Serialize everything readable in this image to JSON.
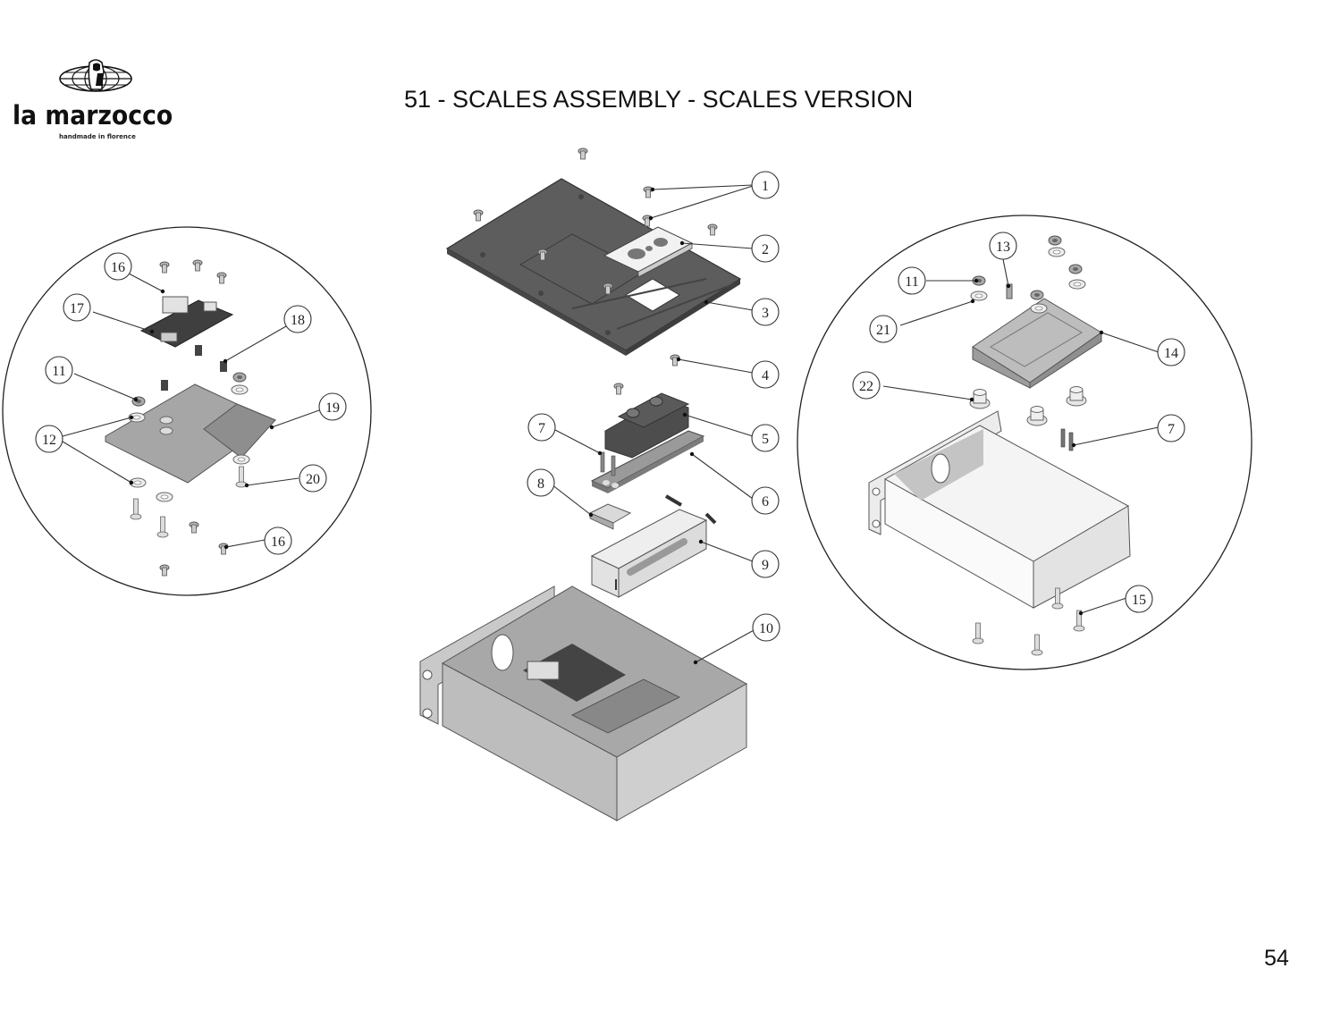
{
  "brand": {
    "name": "la marzocco",
    "tagline": "handmade in florence",
    "logo_icon": "globe-lion-icon"
  },
  "header": {
    "title": "51 - SCALES ASSEMBLY - SCALES VERSION"
  },
  "footer": {
    "page_number": "54"
  },
  "diagram": {
    "type": "exploded-parts-view",
    "center_callouts": [
      "1",
      "2",
      "3",
      "4",
      "5",
      "6",
      "7",
      "8",
      "9",
      "10"
    ],
    "left_detail_callouts": [
      "16",
      "17",
      "18",
      "11",
      "19",
      "12",
      "20",
      "16"
    ],
    "right_detail_callouts": [
      "13",
      "11",
      "21",
      "14",
      "22",
      "7",
      "15"
    ],
    "colors": {
      "dark_part": "#5a5a5a",
      "mid_part": "#9a9a9a",
      "light_part": "#d9d9d9",
      "line": "#333333"
    }
  }
}
